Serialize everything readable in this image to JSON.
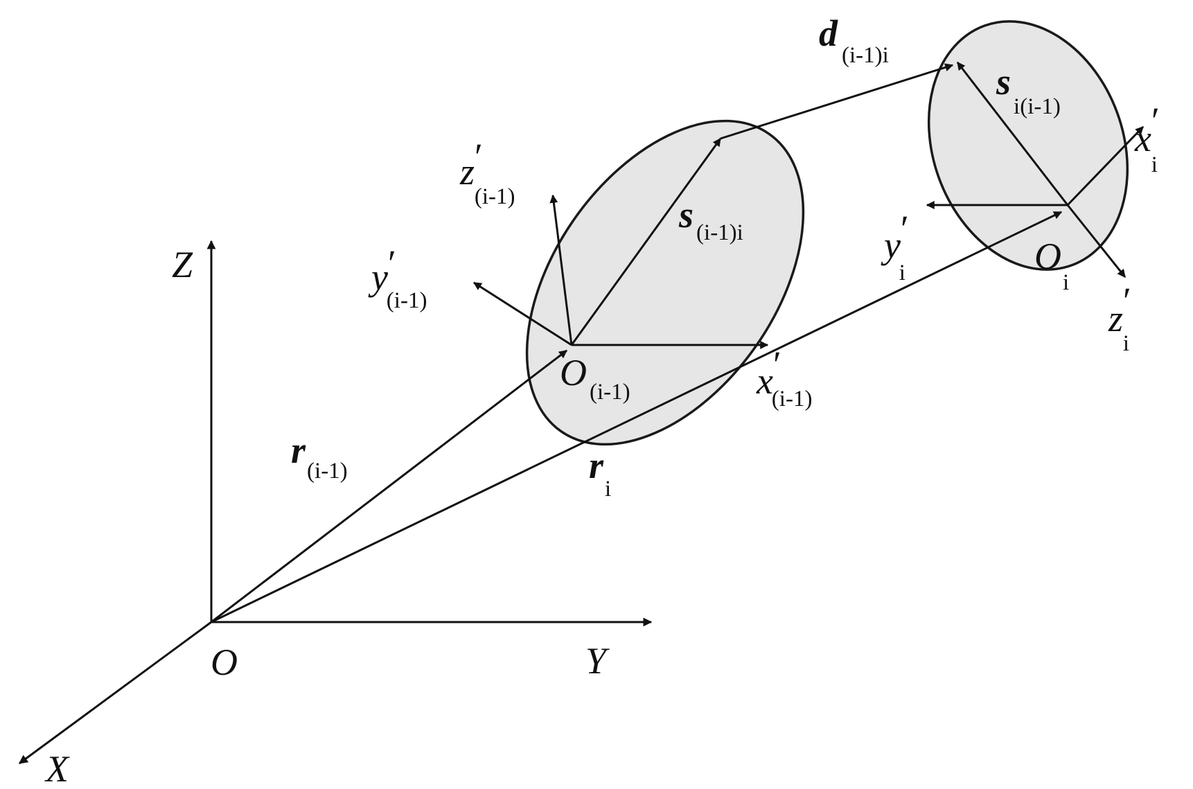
{
  "labels": {
    "Z": "Z",
    "Y": "Y",
    "X": "X",
    "O": "O",
    "r_prev": {
      "main": "r",
      "sub_open": "(",
      "sub_i": "i",
      "sub_rest": "-1)"
    },
    "r_i": {
      "main": "r",
      "sub": "i"
    },
    "O_prev": {
      "main": "O",
      "sub_open": "(",
      "sub_i": "i",
      "sub_rest": "-1)"
    },
    "O_i": {
      "main": "O",
      "sub": "i"
    },
    "x_prev": {
      "main": "x",
      "prime": "′",
      "sub_open": "(",
      "sub_i": "i",
      "sub_rest": "-1)"
    },
    "y_prev": {
      "main": "y",
      "prime": "′",
      "sub_open": "(",
      "sub_i": "i",
      "sub_rest": "-1)"
    },
    "z_prev": {
      "main": "z",
      "prime": "′",
      "sub_open": "(",
      "sub_i": "i",
      "sub_rest": "-1)"
    },
    "x_i": {
      "main": "x",
      "prime": "′",
      "sub": "i"
    },
    "y_i": {
      "main": "y",
      "prime": "′",
      "sub": "i"
    },
    "z_i": {
      "main": "z",
      "prime": "′",
      "sub": "i"
    },
    "s_prev_i": {
      "main": "s",
      "sub_open": "(",
      "sub_i": "i",
      "sub_rest": "-1)",
      "sub_end": "i"
    },
    "s_i_prev": {
      "main": "s",
      "sub_i": "i",
      "sub_open": "(",
      "sub_i2": "i",
      "sub_rest": "-1)"
    },
    "d": {
      "main": "d",
      "sub_open": "(",
      "sub_i": "i",
      "sub_rest": "-1)",
      "sub_end": "i"
    }
  },
  "colors": {
    "ink": "#111111",
    "disk_fill": "#e6e6e6"
  }
}
